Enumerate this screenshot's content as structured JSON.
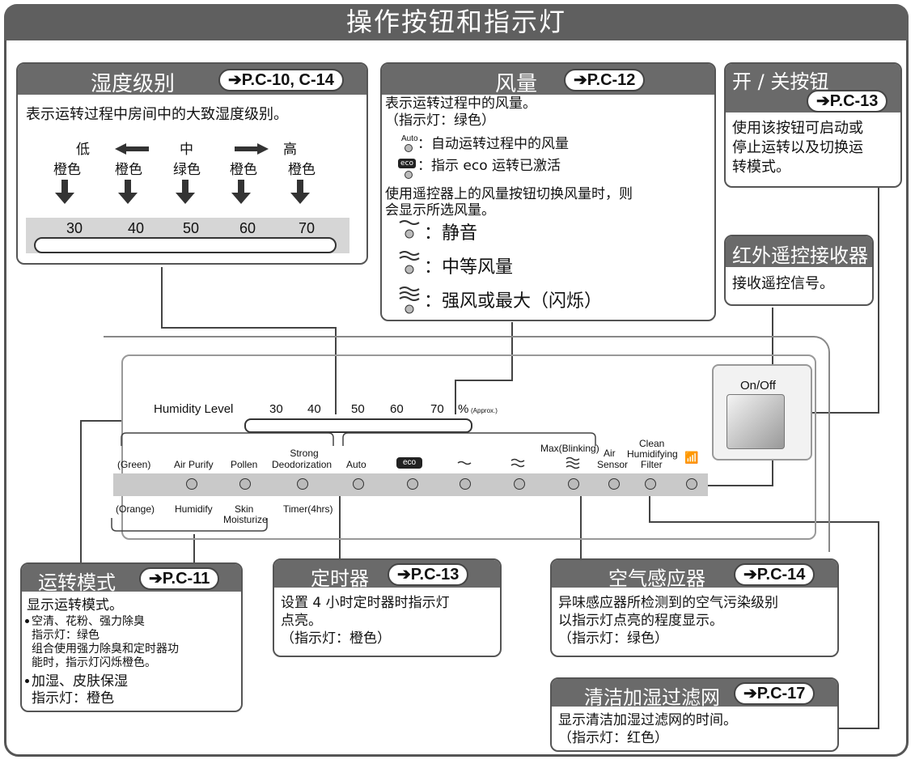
{
  "title": "操作按钮和指示灯",
  "humidity_box": {
    "title": "湿度级别",
    "ref": "➔P.C-10, C-14",
    "desc": "表示运转过程中房间中的大致湿度级别。",
    "low": "低",
    "mid": "中",
    "high": "高",
    "colors": [
      "橙色",
      "橙色",
      "绿色",
      "橙色",
      "橙色"
    ],
    "values": [
      "30",
      "40",
      "50",
      "60",
      "70"
    ]
  },
  "fan_box": {
    "title": "风量",
    "ref": "➔P.C-12",
    "line1": "表示运转过程中的风量。",
    "line2": "（指示灯：绿色）",
    "auto_icon": "Auto",
    "auto_desc": "：自动运转过程中的风量",
    "eco_desc": "：指示 eco 运转已激活",
    "line3": "使用遥控器上的风量按钮切换风量时，则",
    "line4": "会显示所选风量。",
    "quiet": "：静音",
    "medium": "：中等风量",
    "strong": "：强风或最大（闪烁）"
  },
  "onoff_box": {
    "title": "开 / 关按钮",
    "ref": "➔P.C-13",
    "desc": [
      "使用该按钮可启动或",
      "停止运转以及切换运",
      "转模式。"
    ]
  },
  "ir_box": {
    "title": "红外遥控接收器",
    "desc": "接收遥控信号。"
  },
  "panel": {
    "humidity_level": "Humidity Level",
    "values": [
      "30",
      "40",
      "50",
      "60",
      "70"
    ],
    "percent": "%",
    "approx": "(Approx.)",
    "green": "(Green)",
    "orange": "(Orange)",
    "air_purify": "Air Purify",
    "pollen": "Pollen",
    "strong_deod_1": "Strong",
    "strong_deod_2": "Deodorization",
    "auto": "Auto",
    "eco": "eco",
    "max_blinking": "Max(Blinking)",
    "air_sensor_1": "Air",
    "air_sensor_2": "Sensor",
    "clean_1": "Clean",
    "clean_2": "Humidifying",
    "clean_3": "Filter",
    "humidify": "Humidify",
    "skin_1": "Skin",
    "skin_2": "Moisturize",
    "timer": "Timer(4hrs)",
    "onoff": "On/Off"
  },
  "mode_box": {
    "title": "运转模式",
    "ref": "➔P.C-11",
    "desc": "显示运转模式。",
    "b1_1": "空清、花粉、强力除臭",
    "b1_2": "指示灯：绿色",
    "b1_3": "组合使用强力除臭和定时器功",
    "b1_4": "能时，指示灯闪烁橙色。",
    "b2_1": "加湿、皮肤保湿",
    "b2_2": "指示灯：橙色"
  },
  "timer_box": {
    "title": "定时器",
    "ref": "➔P.C-13",
    "l1": "设置 4 小时定时器时指示灯",
    "l2": "点亮。",
    "l3": "（指示灯：橙色）"
  },
  "sensor_box": {
    "title": "空气感应器",
    "ref": "➔P.C-14",
    "l1": "异味感应器所检测到的空气污染级别",
    "l2": "以指示灯点亮的程度显示。",
    "l3": "（指示灯：绿色）"
  },
  "filter_box": {
    "title": "清洁加湿过滤网",
    "ref": "➔P.C-17",
    "l1": "显示清洁加湿过滤网的时间。",
    "l2": "（指示灯：红色）"
  }
}
